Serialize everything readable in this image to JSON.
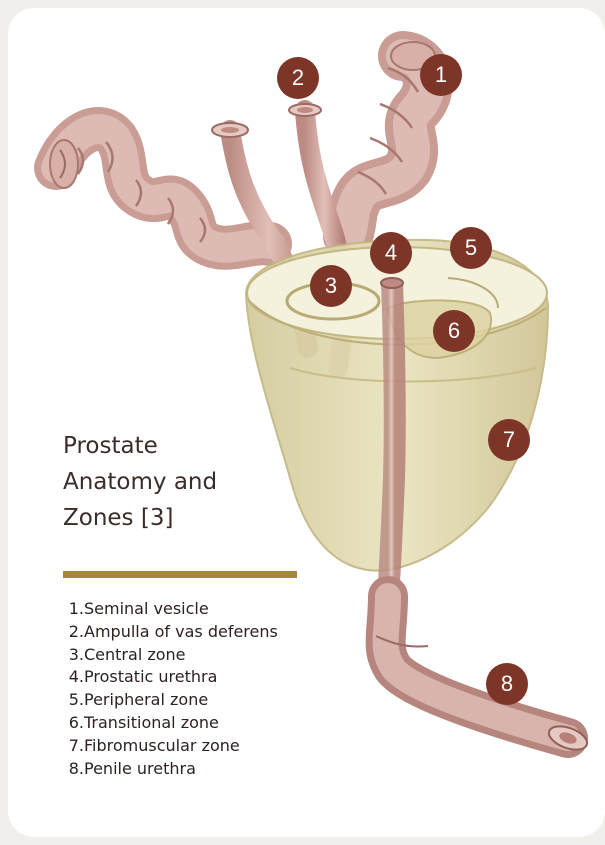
{
  "title_lines": [
    "Prostate",
    "Anatomy and",
    "Zones [3]"
  ],
  "markers": [
    "1",
    "2",
    "3",
    "4",
    "5",
    "6",
    "7",
    "8"
  ],
  "legend": [
    {
      "num": "1.",
      "label": "Seminal vesicle"
    },
    {
      "num": "2.",
      "label": "Ampulla of vas deferens"
    },
    {
      "num": "3.",
      "label": "Central zone"
    },
    {
      "num": "4.",
      "label": "Prostatic urethra"
    },
    {
      "num": "5.",
      "label": "Peripheral zone"
    },
    {
      "num": "6.",
      "label": "Transitional zone"
    },
    {
      "num": "7.",
      "label": "Fibromuscular zone"
    },
    {
      "num": "8.",
      "label": "Penile urethra"
    }
  ],
  "colors": {
    "marker": "#7d3528",
    "accent_rule": "#a6883b",
    "tissue": "#d7b3ab",
    "gland": "#e5dfb6"
  }
}
